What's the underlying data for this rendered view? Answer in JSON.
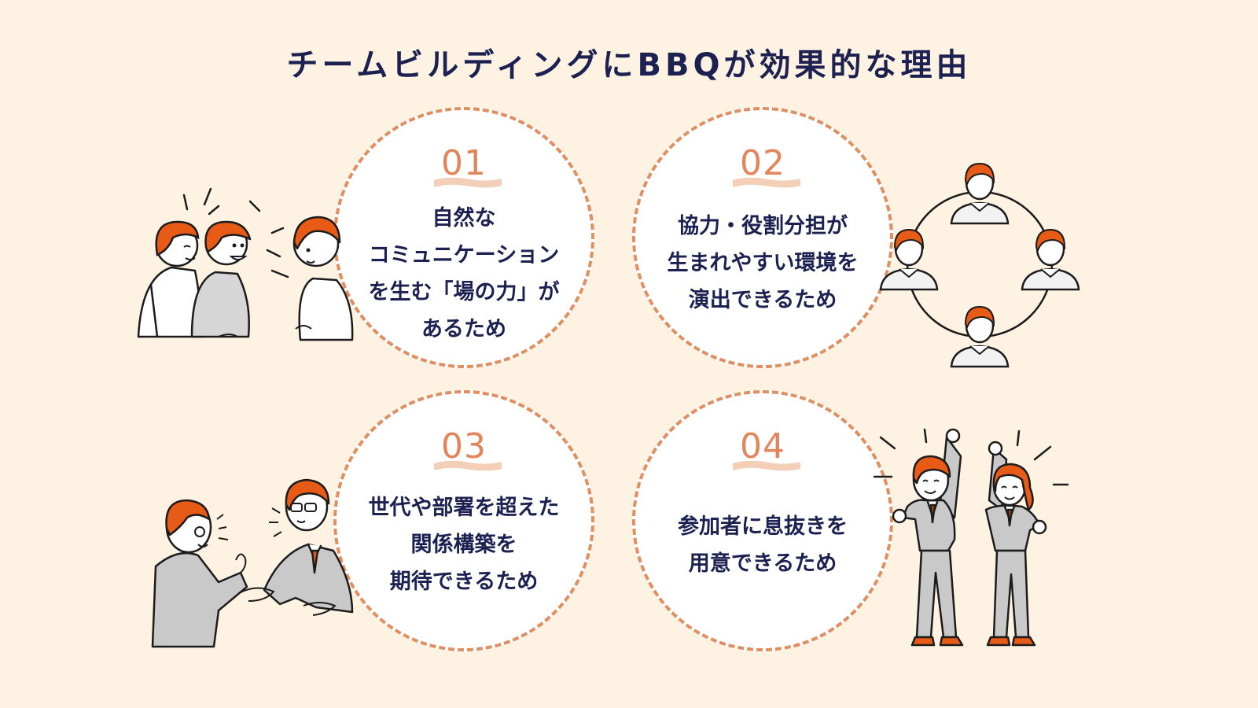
{
  "title": "チームビルディングにBBQが効果的な理由",
  "colors": {
    "background": "#fef3e2",
    "navy": "#1c2151",
    "accent_orange": "#e3855a",
    "hair_orange": "#e85b17",
    "suit_gray": "#c9c9c9"
  },
  "reasons": [
    {
      "number": "01",
      "text": "自然な\nコミュニケーション\nを生む「場の力」が\nあるため"
    },
    {
      "number": "02",
      "text": "協力・役割分担が\n生まれやすい環境を\n演出できるため"
    },
    {
      "number": "03",
      "text": "世代や部署を超えた\n関係構築を\n期待できるため"
    },
    {
      "number": "04",
      "text": "参加者に息抜きを\n用意できるため"
    }
  ],
  "icons": [
    "three-people-talking-illustration",
    "team-network-illustration",
    "handshake-illustration",
    "cheering-people-illustration"
  ]
}
